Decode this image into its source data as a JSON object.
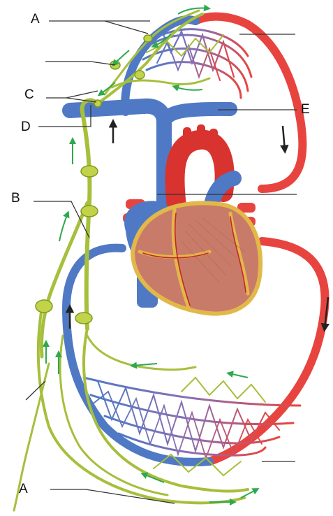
{
  "labels": {
    "a_top": "A",
    "c": "C",
    "d": "D",
    "e": "E",
    "b": "B",
    "a_bottom": "A"
  },
  "colors": {
    "artery": "#e8443f",
    "artery_dark": "#c4262a",
    "vein": "#4f79c4",
    "vein_dark": "#3a5fa6",
    "lymph": "#a6bf3c",
    "lymph_dark": "#7f9a22",
    "node": "#c2d34a",
    "flow_arrow": "#2fa84f",
    "blood_arrow": "#222222",
    "heart_muscle": "#c97b6a",
    "heart_fat": "#e2b848",
    "leader_line": "#333333"
  },
  "icons": {
    "flow_arrow": "green-arrow-icon",
    "blood_arrow": "black-arrow-icon"
  }
}
